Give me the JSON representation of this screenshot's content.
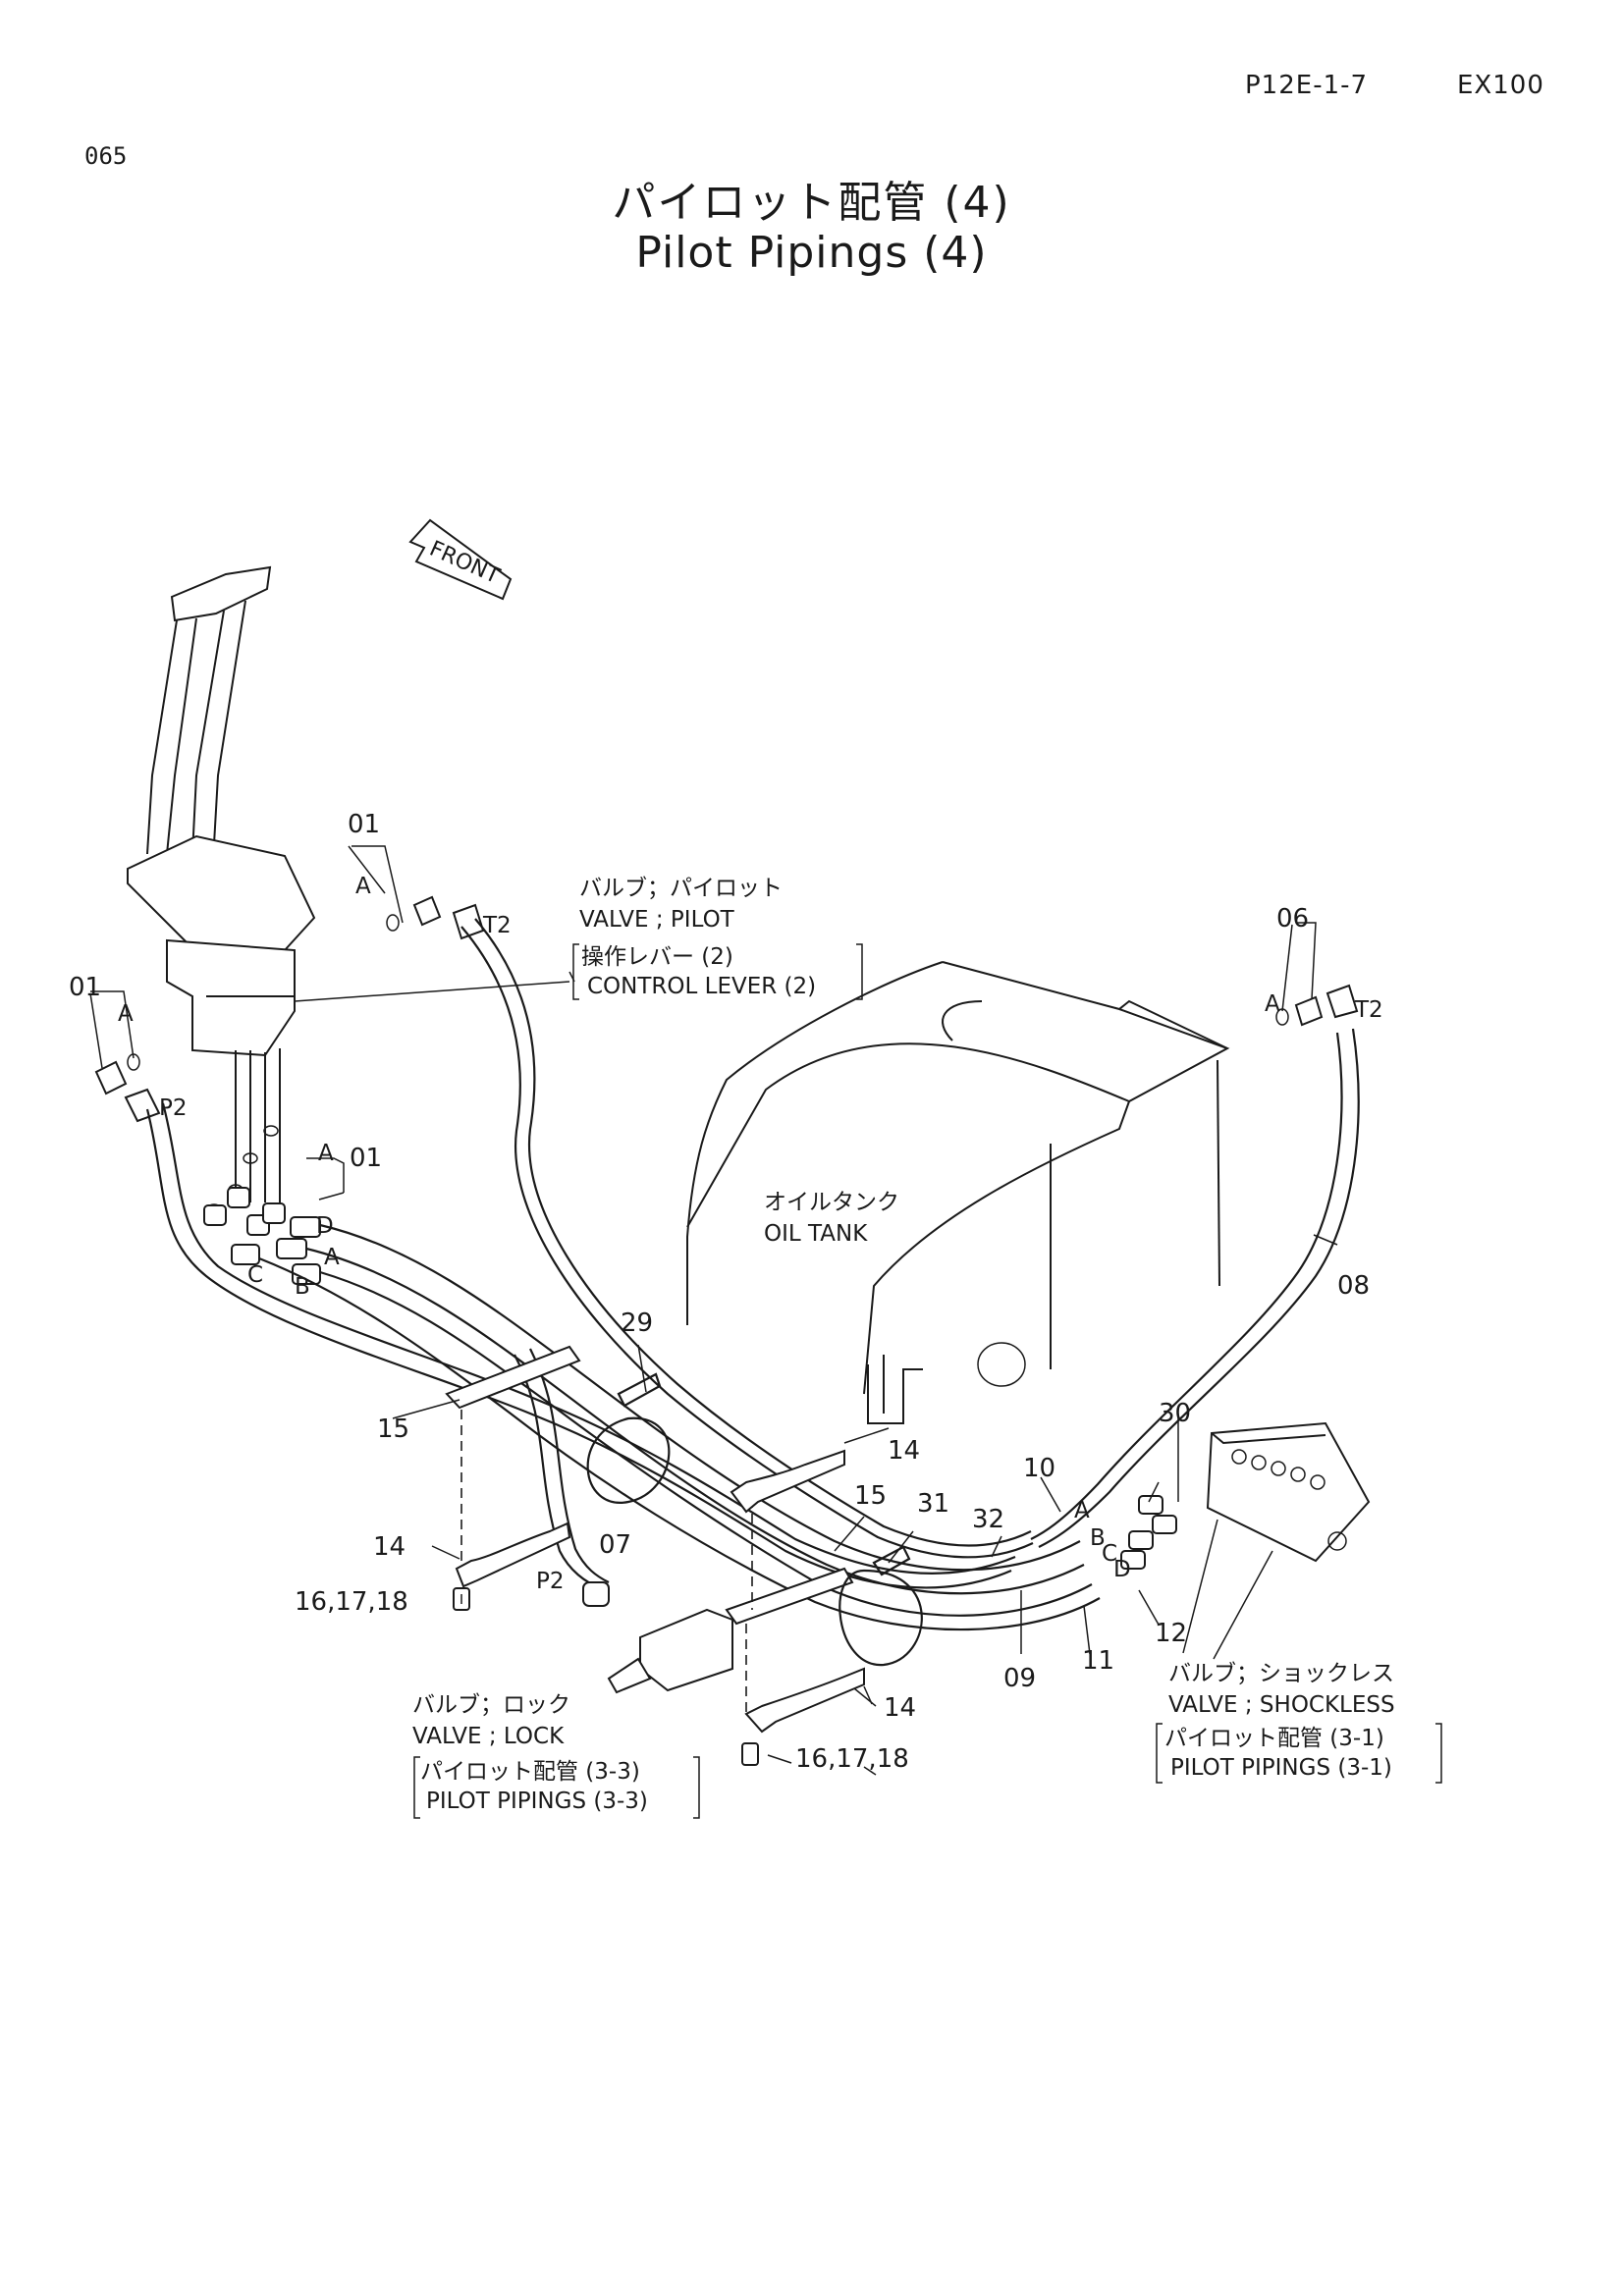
{
  "header": {
    "page_code": "P12E-1-7",
    "model": "EX100",
    "page_number": "065"
  },
  "title": {
    "japanese": "パイロット配管 (4)",
    "english": "Pilot Pipings (4)"
  },
  "direction_tag": "FRONT",
  "components": {
    "valve_pilot_jp": "バルブ；パイロット",
    "valve_pilot_en": "VALVE ; PILOT",
    "control_lever_jp": "操作レバー (2)",
    "control_lever_en": "CONTROL LEVER (2)",
    "oil_tank_jp": "オイルタンク",
    "oil_tank_en": "OIL TANK",
    "valve_lock_jp": "バルブ；ロック",
    "valve_lock_en": "VALVE ; LOCK",
    "pilot_pipings_33_jp": "パイロット配管 (3-3)",
    "pilot_pipings_33_en": "PILOT PIPINGS (3-3)",
    "valve_shockless_jp": "バルブ；ショックレス",
    "valve_shockless_en": "VALVE ; SHOCKLESS",
    "pilot_pipings_31_jp": "パイロット配管 (3-1)",
    "pilot_pipings_31_en": "PILOT PIPINGS (3-1)"
  },
  "callouts": {
    "c01a": "01",
    "c01b": "01",
    "c01c": "01",
    "c06": "06",
    "c07": "07",
    "c08": "08",
    "c09": "09",
    "c10": "10",
    "c11": "11",
    "c12": "12",
    "c14a": "14",
    "c14b": "14",
    "c14c": "14",
    "c15a": "15",
    "c15b": "15",
    "c16a": "16,17,18",
    "c16b": "16,17,18",
    "c29": "29",
    "c30": "30",
    "c31": "31",
    "c32": "32"
  },
  "ports": {
    "T2a": "T2",
    "T2b": "T2",
    "P2a": "P2",
    "P2b": "P2",
    "A1": "A",
    "A2": "A",
    "A3": "A",
    "A4": "A",
    "A5": "A",
    "A6": "A",
    "B1": "B",
    "B2": "B",
    "C1": "C",
    "C2": "C",
    "D1": "D",
    "D2": "D"
  }
}
